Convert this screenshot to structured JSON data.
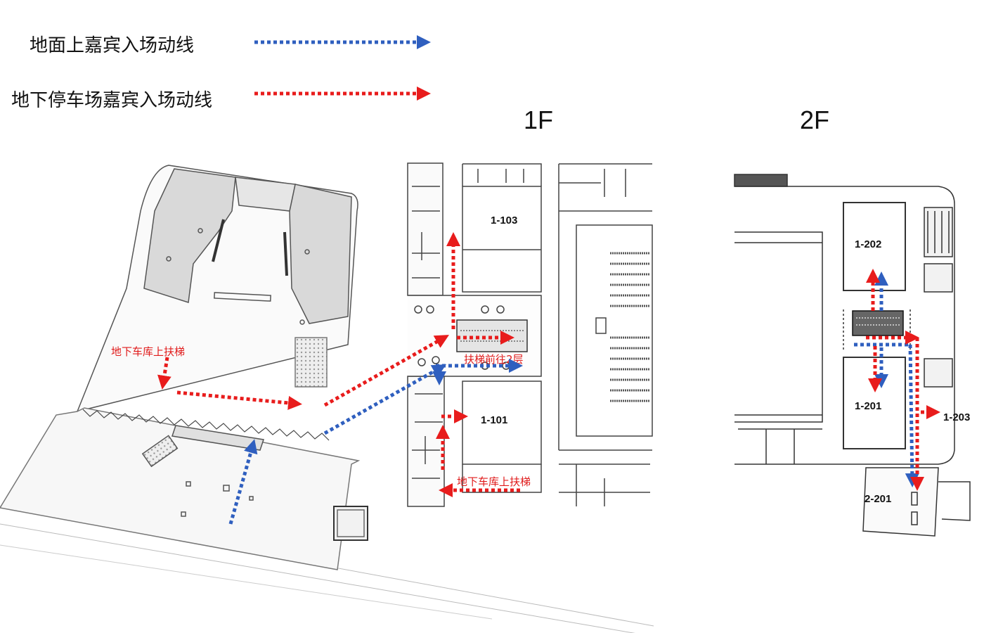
{
  "legend": {
    "ground_guest": "地面上嘉宾入场动线",
    "parking_guest": "地下停车场嘉宾入场动线",
    "ground_color": "#2f5fbf",
    "parking_color": "#e81c1c"
  },
  "floors": {
    "f1": "1F",
    "f2": "2F"
  },
  "rooms": {
    "r1103": "1-103",
    "r1101": "1-101",
    "r1202": "1-202",
    "r1201": "1-201",
    "r1203": "1-203",
    "r2201": "2-201"
  },
  "notes": {
    "garage_escalator_left": "地下车库上扶梯",
    "escalator_to_2f": "扶梯前往2层",
    "garage_escalator_bottom": "地下车库上扶梯"
  }
}
